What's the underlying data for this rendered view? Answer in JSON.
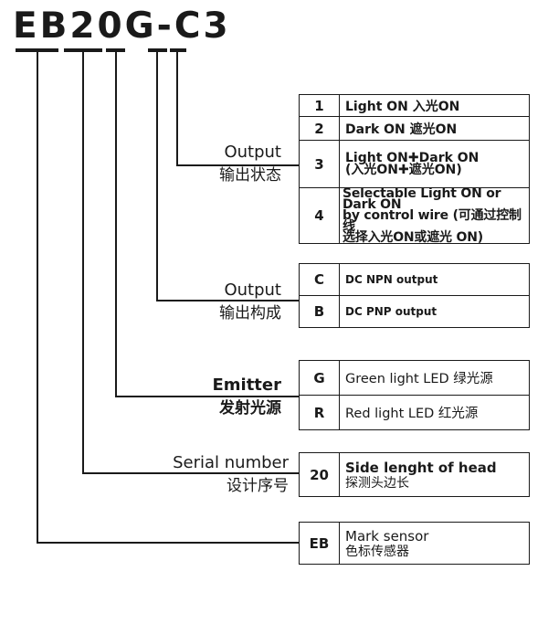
{
  "model": {
    "code": "EB20G-C3"
  },
  "output_type": {
    "label_en": "Output",
    "label_cn": "输出状态",
    "options": [
      {
        "code": "1",
        "line1": "Light  ON  入光ON",
        "line2": ""
      },
      {
        "code": "2",
        "line1": "Dark  ON  遮光ON",
        "line2": ""
      },
      {
        "code": "3",
        "line1": "Light  ON✚Dark  ON",
        "line2": "(入光ON✚遮光ON)"
      },
      {
        "code": "4",
        "line1": "Selectable  Light ON or Dark ON",
        "line2": "by control wire (可通过控制线",
        "line3": "选择入光ON或遮光 ON)"
      }
    ]
  },
  "output_config": {
    "label_en": "Output",
    "label_cn": "输出构成",
    "options": [
      {
        "code": "C",
        "desc": "DC NPN output"
      },
      {
        "code": "B",
        "desc": "DC PNP output"
      }
    ]
  },
  "emitter": {
    "label_en": "Emitter",
    "label_cn": "发射光源",
    "options": [
      {
        "code": "G",
        "desc": "Green light LED  绿光源"
      },
      {
        "code": "R",
        "desc": "Red light LED  红光源"
      }
    ]
  },
  "serial": {
    "label_en": "Serial number",
    "label_cn": "设计序号",
    "code": "20",
    "desc_en": "Side lenght of head",
    "desc_cn": "探测头边长"
  },
  "mark": {
    "code": "EB",
    "desc_en": "Mark sensor",
    "desc_cn": "色标传感器"
  }
}
